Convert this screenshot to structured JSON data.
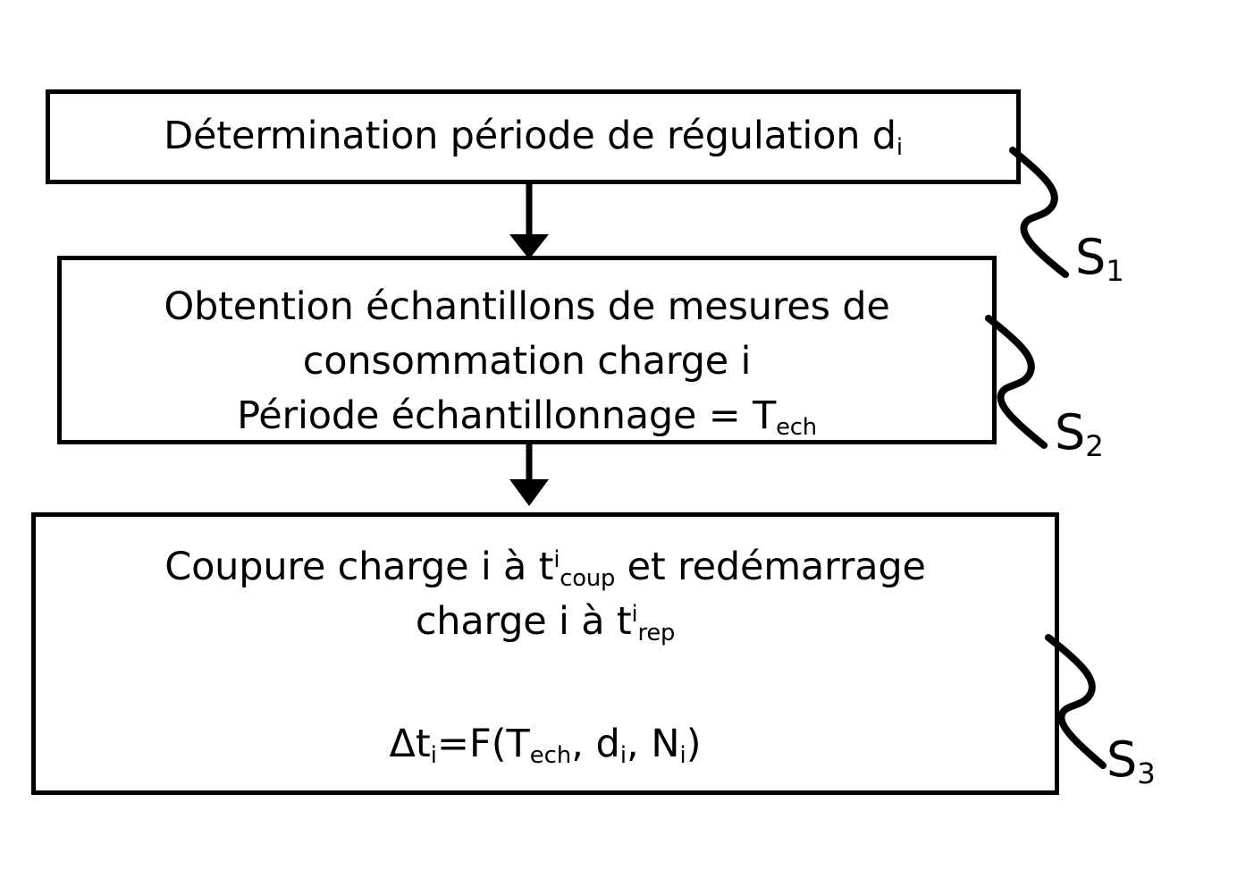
{
  "diagram": {
    "title": "Flowchart - Determination periode de regulation",
    "background_color": "#ffffff",
    "stroke_color": "#000000"
  },
  "steps": [
    {
      "id": "S1",
      "label": "S",
      "label_sub": "1",
      "lines": [
        {
          "text": "Détermination période de régulation d",
          "sub": "i"
        }
      ]
    },
    {
      "id": "S2",
      "label": "S",
      "label_sub": "2",
      "lines": [
        {
          "text": "Obtention échantillons de mesures de"
        },
        {
          "text": "consommation charge i"
        },
        {
          "text": "Période échantillonnage = T",
          "sub": "ech"
        }
      ]
    },
    {
      "id": "S3",
      "label": "S",
      "label_sub": "3",
      "lines": [
        {
          "text_a": "Coupure charge i à t",
          "sup": "i",
          "sub": "coup",
          "text_b": " et redémarrage"
        },
        {
          "text_a": "charge i à t",
          "sup": "i",
          "sub": "rep",
          "text_b": ""
        }
      ],
      "formula": {
        "parts": [
          {
            "t": "Δt"
          },
          {
            "sub": "i"
          },
          {
            "t": "=F(T"
          },
          {
            "sub": "ech"
          },
          {
            "t": ", d"
          },
          {
            "sub": "i"
          },
          {
            "t": ", N"
          },
          {
            "sub": "i"
          },
          {
            "t": ")"
          }
        ],
        "plain": "Δti=F(Tech, di, Ni)"
      }
    }
  ],
  "connectors": {
    "arrow_1": {
      "from": "S1",
      "to": "S2",
      "kind": "down-arrow"
    },
    "arrow_2": {
      "from": "S2",
      "to": "S3",
      "kind": "down-arrow"
    },
    "squiggle_1": {
      "target_label": "S1",
      "kind": "squiggle-leader"
    },
    "squiggle_2": {
      "target_label": "S2",
      "kind": "squiggle-leader"
    },
    "squiggle_3": {
      "target_label": "S3",
      "kind": "squiggle-leader"
    }
  }
}
